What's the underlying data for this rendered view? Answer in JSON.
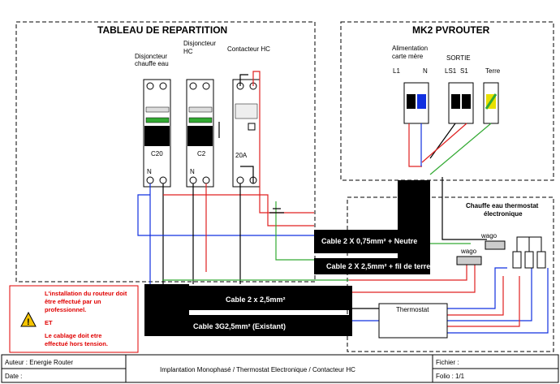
{
  "panel_left": {
    "title": "TABLEAU DE REPARTITION",
    "breaker1_label_line1": "Disjoncteur",
    "breaker1_label_line2": "chauffe eau",
    "breaker2_label_line1": "Disjoncteur",
    "breaker2_label_line2": "HC",
    "contactor_label": "Contacteur HC",
    "breaker1_rating": "C20",
    "breaker2_rating": "C2",
    "contactor_rating": "20A",
    "n_label": "N"
  },
  "panel_right": {
    "title": "MK2 PVROUTER",
    "power_label_line1": "Alimentation",
    "power_label_line2": "carte mère",
    "output_label": "SORTIE",
    "l1": "L1",
    "n": "N",
    "ls1": "LS1",
    "s1": "S1",
    "earth": "Terre"
  },
  "heater": {
    "title_line1": "Chauffe eau thermostat",
    "title_line2": "électronique",
    "wago1": "wago",
    "wago2": "wago",
    "thermostat": "Thermostat"
  },
  "cables": {
    "c1": "Cable 2 X 0,75mm² + Neutre",
    "c2": "Cable 2 X 2,5mm² + fil de terre",
    "c3": "Cable 2 x 2,5mm²",
    "c4": "Cable 3G2,5mm² (Existant)"
  },
  "warning": {
    "line1": "L'installation du routeur doit",
    "line2": "être effectué par un",
    "line3": "professionnel.",
    "et": "ET",
    "line4": "Le cablage doit etre",
    "line5": "effectué hors tension."
  },
  "footer": {
    "author": "Auteur : Energie Router",
    "date": "Date :",
    "title": "Implantation Monophasé / Thermostat Electronique / Contacteur HC",
    "file": "Fichier :",
    "folio": "Folio : 1/1"
  }
}
